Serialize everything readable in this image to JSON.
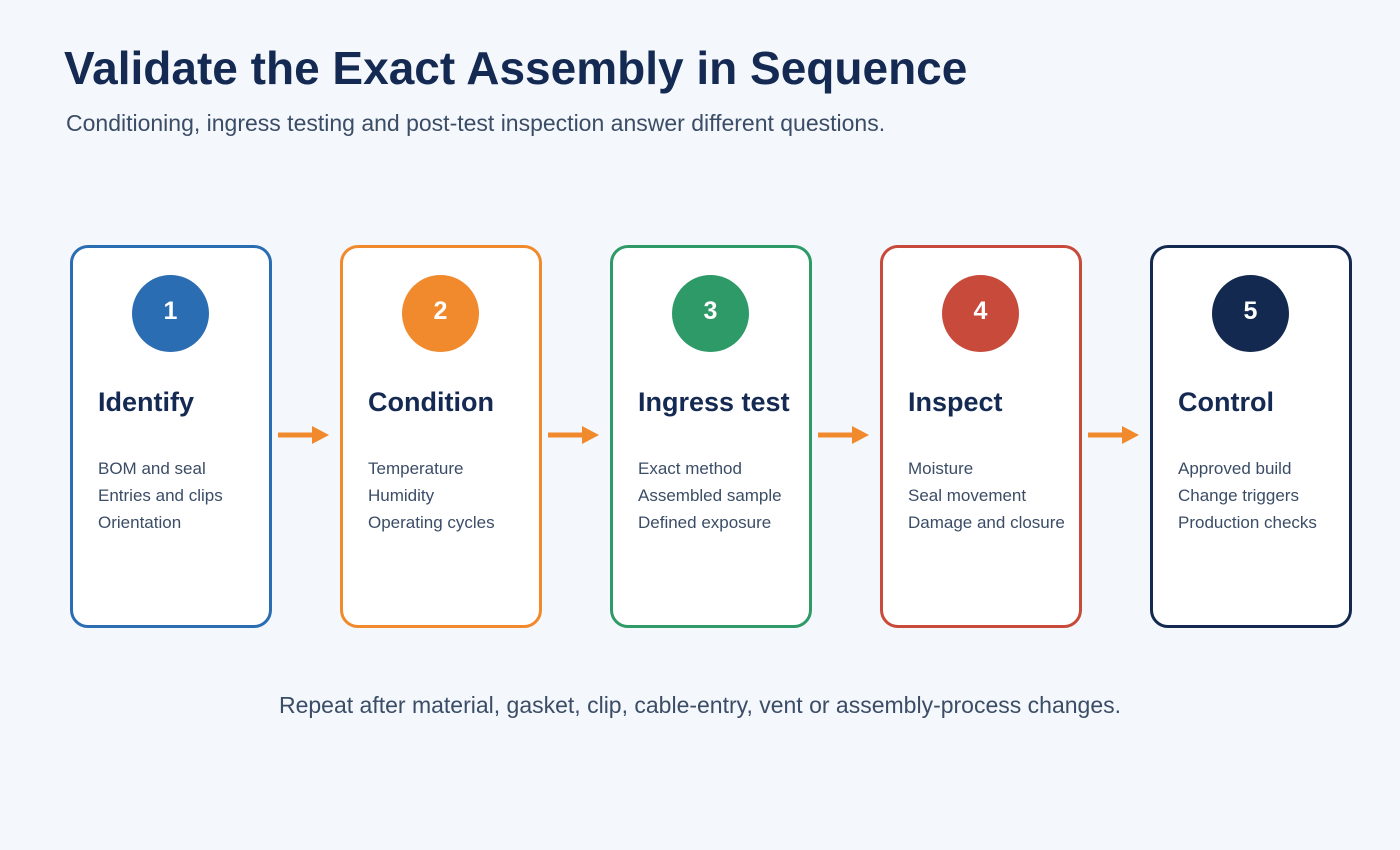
{
  "header": {
    "title": "Validate the Exact Assembly in Sequence",
    "subtitle": "Conditioning, ingress testing and post-test inspection answer different questions."
  },
  "steps": [
    {
      "number": "1",
      "title": "Identify",
      "color": "#2a6db3",
      "items": [
        "BOM and seal",
        "Entries and clips",
        "Orientation"
      ]
    },
    {
      "number": "2",
      "title": "Condition",
      "color": "#f08a2c",
      "items": [
        "Temperature",
        "Humidity",
        "Operating cycles"
      ]
    },
    {
      "number": "3",
      "title": "Ingress test",
      "color": "#2e9a68",
      "items": [
        "Exact method",
        "Assembled sample",
        "Defined exposure"
      ]
    },
    {
      "number": "4",
      "title": "Inspect",
      "color": "#c84a3a",
      "items": [
        "Moisture",
        "Seal movement",
        "Damage and closure"
      ]
    },
    {
      "number": "5",
      "title": "Control",
      "color": "#13294f",
      "items": [
        "Approved build",
        "Change triggers",
        "Production checks"
      ]
    }
  ],
  "connector_color": "#f08a2c",
  "footer": {
    "note": "Repeat after material, gasket, clip, cable-entry, vent or assembly-process changes."
  }
}
